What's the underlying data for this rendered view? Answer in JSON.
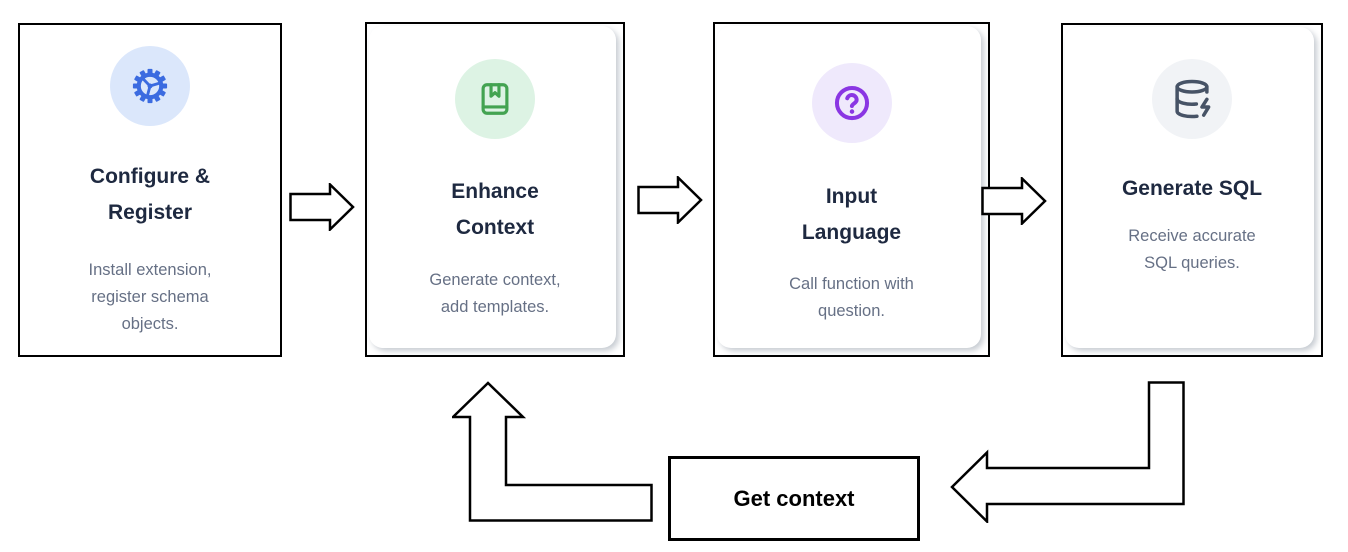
{
  "diagram": {
    "steps": [
      {
        "title": "Configure &\nRegister",
        "description": "Install extension,\nregister schema\nobjects.",
        "icon": "gear-icon",
        "icon_color": "#3b6be0",
        "icon_circle_bg": "#dbe7fb"
      },
      {
        "title": "Enhance\nContext",
        "description": "Generate context,\nadd templates.",
        "icon": "book-bookmark-icon",
        "icon_color": "#43a351",
        "icon_circle_bg": "#ddf3e4"
      },
      {
        "title": "Input\nLanguage",
        "description": "Call function with\nquestion.",
        "icon": "help-circle-icon",
        "icon_color": "#8a36e3",
        "icon_circle_bg": "#efe9fc"
      },
      {
        "title": "Generate SQL",
        "description": "Receive accurate\nSQL queries.",
        "icon": "database-zap-icon",
        "icon_color": "#475366",
        "icon_circle_bg": "#f1f3f6"
      }
    ],
    "loop_label": "Get context",
    "colors": {
      "card_border": "#000000",
      "title_text": "#1e2940",
      "description_text": "#667085",
      "arrow_outline": "#000000"
    }
  }
}
